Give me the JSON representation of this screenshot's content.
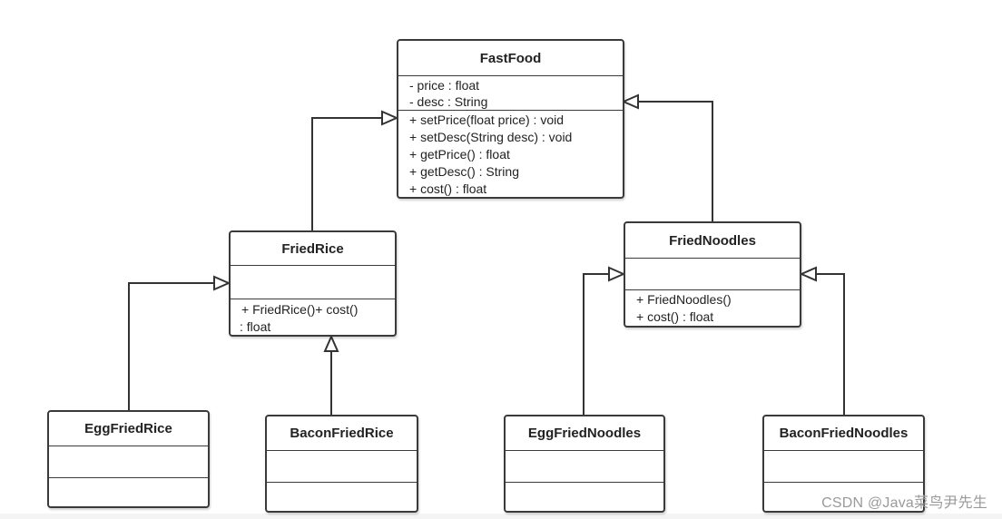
{
  "classes": {
    "fastfood": {
      "name": "FastFood",
      "attributes": [
        "- price : float",
        "- desc : String"
      ],
      "operations": [
        "+ setPrice(float price) : void",
        "+ setDesc(String desc) : void",
        "+ getPrice() : float",
        "+ getDesc() : String",
        "+ cost() : float"
      ]
    },
    "friedrice": {
      "name": "FriedRice",
      "attributes": [],
      "operations": [
        "+ FriedRice()+ cost()",
        ": float"
      ]
    },
    "friednoodles": {
      "name": "FriedNoodles",
      "attributes": [],
      "operations": [
        "+ FriedNoodles()",
        "+ cost() : float"
      ]
    },
    "eggfriedrice": {
      "name": "EggFriedRice",
      "attributes": [],
      "operations": []
    },
    "baconfriedrice": {
      "name": "BaconFriedRice",
      "attributes": [],
      "operations": []
    },
    "eggfriednoodles": {
      "name": "EggFriedNoodles",
      "attributes": [],
      "operations": []
    },
    "baconfriednoodles": {
      "name": "BaconFriedNoodles",
      "attributes": [],
      "operations": []
    }
  },
  "relations": [
    {
      "type": "generalization",
      "from": "FriedRice",
      "to": "FastFood"
    },
    {
      "type": "generalization",
      "from": "FriedNoodles",
      "to": "FastFood"
    },
    {
      "type": "generalization",
      "from": "EggFriedRice",
      "to": "FriedRice"
    },
    {
      "type": "generalization",
      "from": "BaconFriedRice",
      "to": "FriedRice"
    },
    {
      "type": "generalization",
      "from": "EggFriedNoodles",
      "to": "FriedNoodles"
    },
    {
      "type": "generalization",
      "from": "BaconFriedNoodles",
      "to": "FriedNoodles"
    }
  ],
  "watermark": "CSDN @Java菜鸟尹先生"
}
